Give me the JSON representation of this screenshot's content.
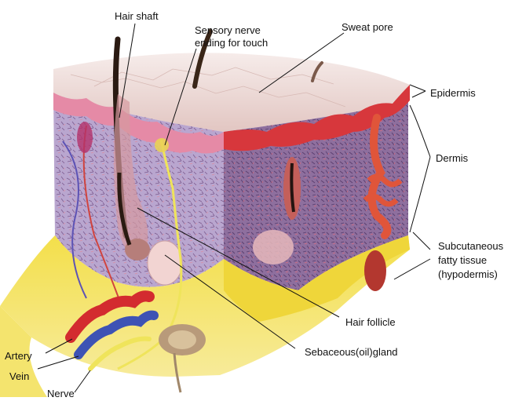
{
  "labels": {
    "hair_shaft": "Hair shaft",
    "sensory_nerve_line1": "Sensory nerve",
    "sensory_nerve_line2": "ending for touch",
    "sweat_pore": "Sweat pore",
    "epidermis": "Epidermis",
    "dermis": "Dermis",
    "subcutaneous_line1": "Subcutaneous",
    "subcutaneous_line2": "fatty tissue",
    "subcutaneous_line3": "(hypodermis)",
    "hair_follicle": "Hair follicle",
    "sebaceous_gland": "Sebaceous(oil)gland",
    "artery": "Artery",
    "vein": "Vein",
    "nerve": "Nerve"
  },
  "colors": {
    "epidermis_surface": "#eddcd6",
    "epidermis_red": "#d7373c",
    "epidermis_pink": "#e58aa6",
    "dermis_front": "#b8a2cf",
    "dermis_side": "#8f6d9c",
    "hypodermis": "#f1dc3f",
    "artery": "#d32b2f",
    "vein": "#3e53b4",
    "nerve": "#efe45b",
    "hair": "#2a1a12"
  }
}
